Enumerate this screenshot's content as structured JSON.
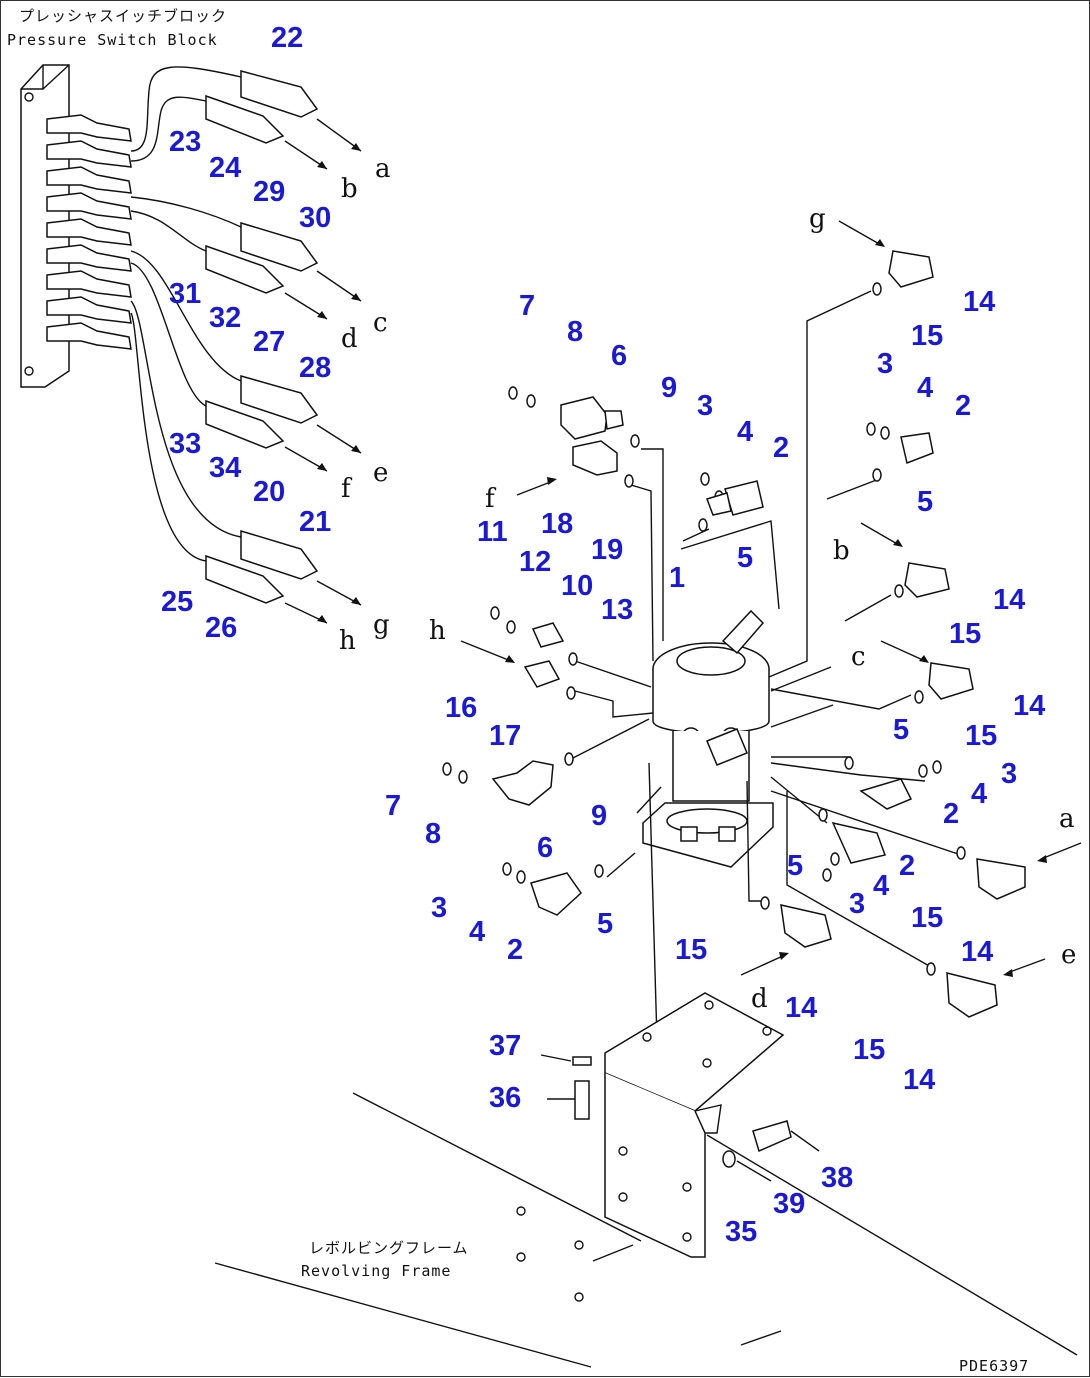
{
  "captions": {
    "block_jp": "プレッシャスイッチブロック",
    "block_en": "Pressure Switch Block",
    "frame_jp": "レボルビングフレーム",
    "frame_en": "Revolving Frame",
    "drawing_id": "PDE6397"
  },
  "callouts": [
    {
      "id": "c22",
      "text": "22"
    },
    {
      "id": "c23",
      "text": "23"
    },
    {
      "id": "c24",
      "text": "24"
    },
    {
      "id": "c29",
      "text": "29"
    },
    {
      "id": "c30",
      "text": "30"
    },
    {
      "id": "c31",
      "text": "31"
    },
    {
      "id": "c32",
      "text": "32"
    },
    {
      "id": "c27",
      "text": "27"
    },
    {
      "id": "c28",
      "text": "28"
    },
    {
      "id": "c33",
      "text": "33"
    },
    {
      "id": "c34",
      "text": "34"
    },
    {
      "id": "c20",
      "text": "20"
    },
    {
      "id": "c21",
      "text": "21"
    },
    {
      "id": "c25",
      "text": "25"
    },
    {
      "id": "c26",
      "text": "26"
    },
    {
      "id": "c7a",
      "text": "7"
    },
    {
      "id": "c8a",
      "text": "8"
    },
    {
      "id": "c6a",
      "text": "6"
    },
    {
      "id": "c9a",
      "text": "9"
    },
    {
      "id": "c3a",
      "text": "3"
    },
    {
      "id": "c4a",
      "text": "4"
    },
    {
      "id": "c2a",
      "text": "2"
    },
    {
      "id": "c5a",
      "text": "5"
    },
    {
      "id": "c18",
      "text": "18"
    },
    {
      "id": "c19",
      "text": "19"
    },
    {
      "id": "c11",
      "text": "11"
    },
    {
      "id": "c12",
      "text": "12"
    },
    {
      "id": "c10",
      "text": "10"
    },
    {
      "id": "c13",
      "text": "13"
    },
    {
      "id": "c1",
      "text": "1"
    },
    {
      "id": "c16",
      "text": "16"
    },
    {
      "id": "c17",
      "text": "17"
    },
    {
      "id": "c7b",
      "text": "7"
    },
    {
      "id": "c8b",
      "text": "8"
    },
    {
      "id": "c9b",
      "text": "9"
    },
    {
      "id": "c6b",
      "text": "6"
    },
    {
      "id": "c3b",
      "text": "3"
    },
    {
      "id": "c4b",
      "text": "4"
    },
    {
      "id": "c2b",
      "text": "2"
    },
    {
      "id": "c5b",
      "text": "5"
    },
    {
      "id": "c14a",
      "text": "14"
    },
    {
      "id": "c15a",
      "text": "15"
    },
    {
      "id": "c3c",
      "text": "3"
    },
    {
      "id": "c4c",
      "text": "4"
    },
    {
      "id": "c2c",
      "text": "2"
    },
    {
      "id": "c5c",
      "text": "5"
    },
    {
      "id": "c14b",
      "text": "14"
    },
    {
      "id": "c15b",
      "text": "15"
    },
    {
      "id": "c14c",
      "text": "14"
    },
    {
      "id": "c15c",
      "text": "15"
    },
    {
      "id": "c5d",
      "text": "5"
    },
    {
      "id": "c3d",
      "text": "3"
    },
    {
      "id": "c4d",
      "text": "4"
    },
    {
      "id": "c2d",
      "text": "2"
    },
    {
      "id": "c5e",
      "text": "5"
    },
    {
      "id": "c2e",
      "text": "2"
    },
    {
      "id": "c4e",
      "text": "4"
    },
    {
      "id": "c3e",
      "text": "3"
    },
    {
      "id": "c15d",
      "text": "15"
    },
    {
      "id": "c14d",
      "text": "14"
    },
    {
      "id": "c15e",
      "text": "15"
    },
    {
      "id": "c14e",
      "text": "14"
    },
    {
      "id": "c15f",
      "text": "15"
    },
    {
      "id": "c14f",
      "text": "14"
    },
    {
      "id": "c37",
      "text": "37"
    },
    {
      "id": "c36",
      "text": "36"
    },
    {
      "id": "c38",
      "text": "38"
    },
    {
      "id": "c39",
      "text": "39"
    },
    {
      "id": "c35",
      "text": "35"
    }
  ],
  "connectors": [
    {
      "id": "la",
      "text": "a"
    },
    {
      "id": "lb",
      "text": "b"
    },
    {
      "id": "lc",
      "text": "c"
    },
    {
      "id": "ld",
      "text": "d"
    },
    {
      "id": "le",
      "text": "e"
    },
    {
      "id": "lf",
      "text": "f"
    },
    {
      "id": "lg",
      "text": "g"
    },
    {
      "id": "lh",
      "text": "h"
    },
    {
      "id": "rg",
      "text": "g"
    },
    {
      "id": "rf",
      "text": "f"
    },
    {
      "id": "rh",
      "text": "h"
    },
    {
      "id": "rb",
      "text": "b"
    },
    {
      "id": "rc",
      "text": "c"
    },
    {
      "id": "ra",
      "text": "a"
    },
    {
      "id": "rd",
      "text": "d"
    },
    {
      "id": "re",
      "text": "e"
    }
  ]
}
